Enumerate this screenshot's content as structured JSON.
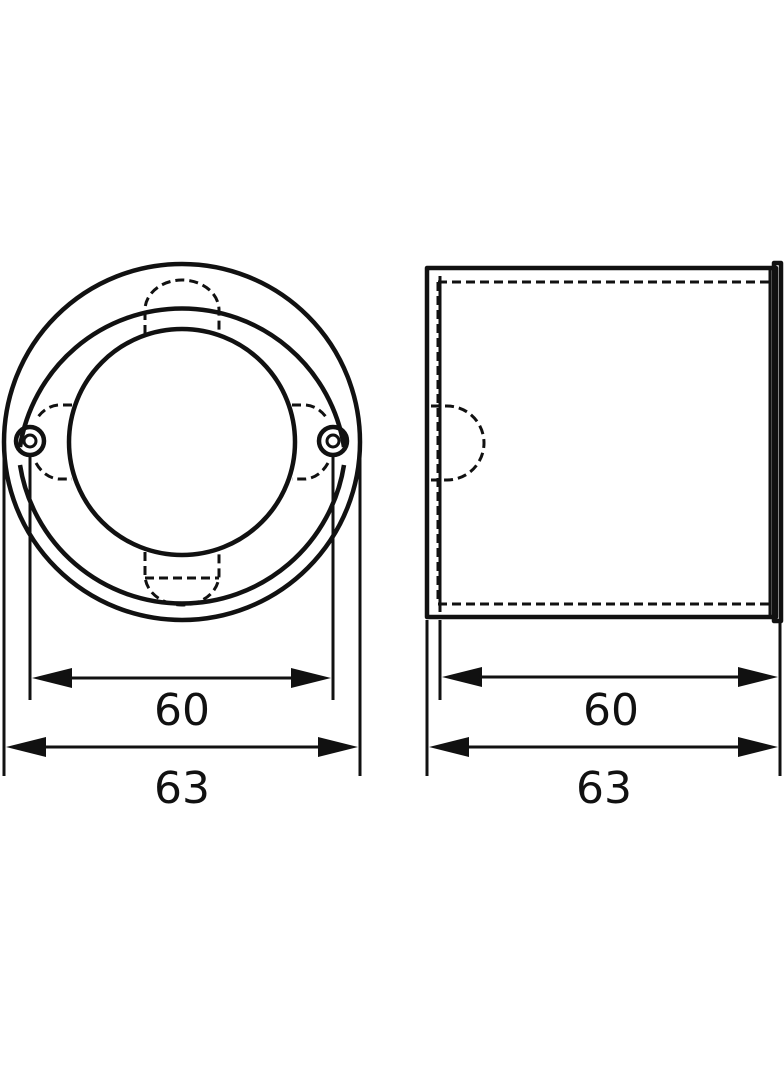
{
  "front_view": {
    "dimension_inner": "60",
    "dimension_outer": "63"
  },
  "side_view": {
    "dimension_inner": "60",
    "dimension_outer": "63"
  },
  "colors": {
    "line": "#111111",
    "background": "#ffffff"
  }
}
